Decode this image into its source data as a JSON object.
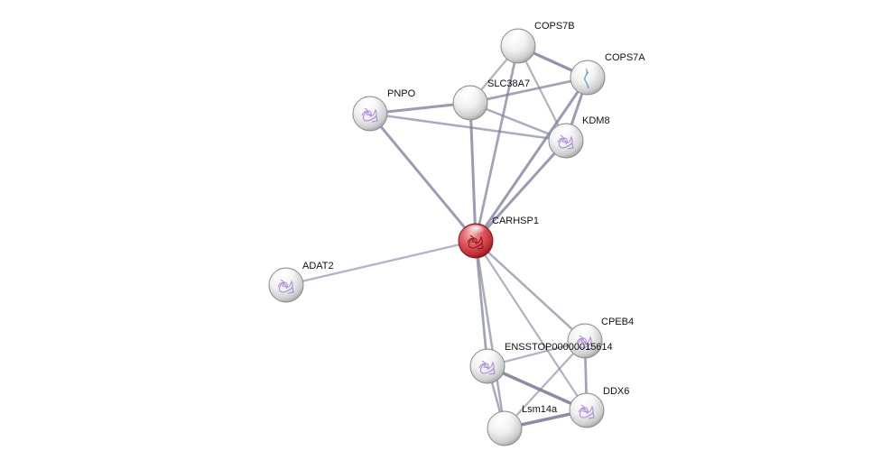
{
  "diagram": {
    "type": "protein-interaction-network",
    "query_node": "CARHSP1",
    "nodes": [
      {
        "id": "COPS7B",
        "label": "COPS7B",
        "color": "#d9d9d9",
        "structure": "none"
      },
      {
        "id": "COPS7A",
        "label": "COPS7A",
        "color": "#d9d9d9",
        "structure": "blue-strand"
      },
      {
        "id": "SLC38A7",
        "label": "SLC38A7",
        "color": "#d9d9d9",
        "structure": "none"
      },
      {
        "id": "PNPO",
        "label": "PNPO",
        "color": "#d9d9d9",
        "structure": "purple"
      },
      {
        "id": "KDM8",
        "label": "KDM8",
        "color": "#d9d9d9",
        "structure": "purple"
      },
      {
        "id": "CARHSP1",
        "label": "CARHSP1",
        "color": "#c8333a",
        "structure": "red"
      },
      {
        "id": "ADAT2",
        "label": "ADAT2",
        "color": "#d9d9d9",
        "structure": "purple"
      },
      {
        "id": "CPEB4",
        "label": "CPEB4",
        "color": "#d9d9d9",
        "structure": "purple"
      },
      {
        "id": "ENSSTOP00000015614",
        "label": "ENSSTOP00000015614",
        "color": "#d9d9d9",
        "structure": "purple"
      },
      {
        "id": "DDX6",
        "label": "DDX6",
        "color": "#d9d9d9",
        "structure": "purple"
      },
      {
        "id": "Lsm14a",
        "label": "Lsm14a",
        "color": "#d9d9d9",
        "structure": "none"
      }
    ],
    "edges": [
      {
        "source": "COPS7B",
        "target": "COPS7A",
        "weight": 0.8
      },
      {
        "source": "COPS7B",
        "target": "SLC38A7",
        "weight": 0.4
      },
      {
        "source": "COPS7B",
        "target": "KDM8",
        "weight": 0.4
      },
      {
        "source": "COPS7B",
        "target": "CARHSP1",
        "weight": 0.6
      },
      {
        "source": "COPS7A",
        "target": "SLC38A7",
        "weight": 0.6
      },
      {
        "source": "COPS7A",
        "target": "KDM8",
        "weight": 0.7
      },
      {
        "source": "COPS7A",
        "target": "CARHSP1",
        "weight": 0.7
      },
      {
        "source": "SLC38A7",
        "target": "PNPO",
        "weight": 0.7
      },
      {
        "source": "SLC38A7",
        "target": "KDM8",
        "weight": 0.5
      },
      {
        "source": "SLC38A7",
        "target": "CARHSP1",
        "weight": 0.7
      },
      {
        "source": "PNPO",
        "target": "KDM8",
        "weight": 0.5
      },
      {
        "source": "PNPO",
        "target": "CARHSP1",
        "weight": 0.7
      },
      {
        "source": "KDM8",
        "target": "CARHSP1",
        "weight": 0.7
      },
      {
        "source": "ADAT2",
        "target": "CARHSP1",
        "weight": 0.4
      },
      {
        "source": "CARHSP1",
        "target": "CPEB4",
        "weight": 0.5
      },
      {
        "source": "CARHSP1",
        "target": "ENSSTOP00000015614",
        "weight": 0.6
      },
      {
        "source": "CARHSP1",
        "target": "DDX6",
        "weight": 0.4
      },
      {
        "source": "CARHSP1",
        "target": "Lsm14a",
        "weight": 0.5
      },
      {
        "source": "CPEB4",
        "target": "ENSSTOP00000015614",
        "weight": 0.4
      },
      {
        "source": "CPEB4",
        "target": "DDX6",
        "weight": 0.6
      },
      {
        "source": "CPEB4",
        "target": "Lsm14a",
        "weight": 0.4
      },
      {
        "source": "ENSSTOP00000015614",
        "target": "DDX6",
        "weight": 0.9
      },
      {
        "source": "ENSSTOP00000015614",
        "target": "Lsm14a",
        "weight": 0.5
      },
      {
        "source": "DDX6",
        "target": "Lsm14a",
        "weight": 0.9
      }
    ]
  },
  "colors": {
    "edge": "#7b7f9a",
    "node_default": "#d9d9d9",
    "node_query": "#c8333a",
    "label": "#111111"
  }
}
